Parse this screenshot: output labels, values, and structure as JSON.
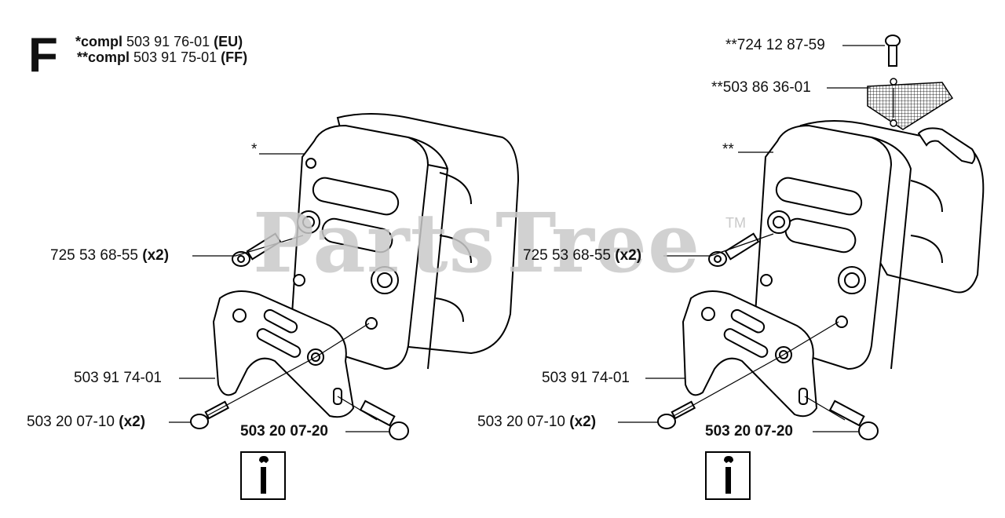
{
  "section_letter": "F",
  "header": {
    "line1": {
      "prefix": "*compl",
      "number": "503 91 76-01",
      "suffix": "(EU)"
    },
    "line2": {
      "prefix": "**compl",
      "number": "503 91 75-01",
      "suffix": "(FF)"
    }
  },
  "watermark": {
    "text": "PartsTree",
    "tm": "TM"
  },
  "left_assembly": {
    "marker": "*",
    "screw": {
      "number": "725 53 68-55",
      "qty": "(x2)"
    },
    "bracket": {
      "number": "503 91 74-01"
    },
    "bolt_small": {
      "number": "503 20 07-10",
      "qty": "(x2)"
    },
    "bolt_large": {
      "number": "503 20 07-20"
    }
  },
  "right_assembly": {
    "marker": "**",
    "top_screw": {
      "number": "**724 12 87-59"
    },
    "screen": {
      "number": "**503 86 36-01"
    },
    "screw": {
      "number": "725 53 68-55",
      "qty": "(x2)"
    },
    "bracket": {
      "number": "503 91 74-01"
    },
    "bolt_small": {
      "number": "503 20 07-10",
      "qty": "(x2)"
    },
    "bolt_large": {
      "number": "503 20 07-20"
    }
  },
  "icons": {
    "left": "wrench-info-icon",
    "right": "wrench-info-icon"
  }
}
